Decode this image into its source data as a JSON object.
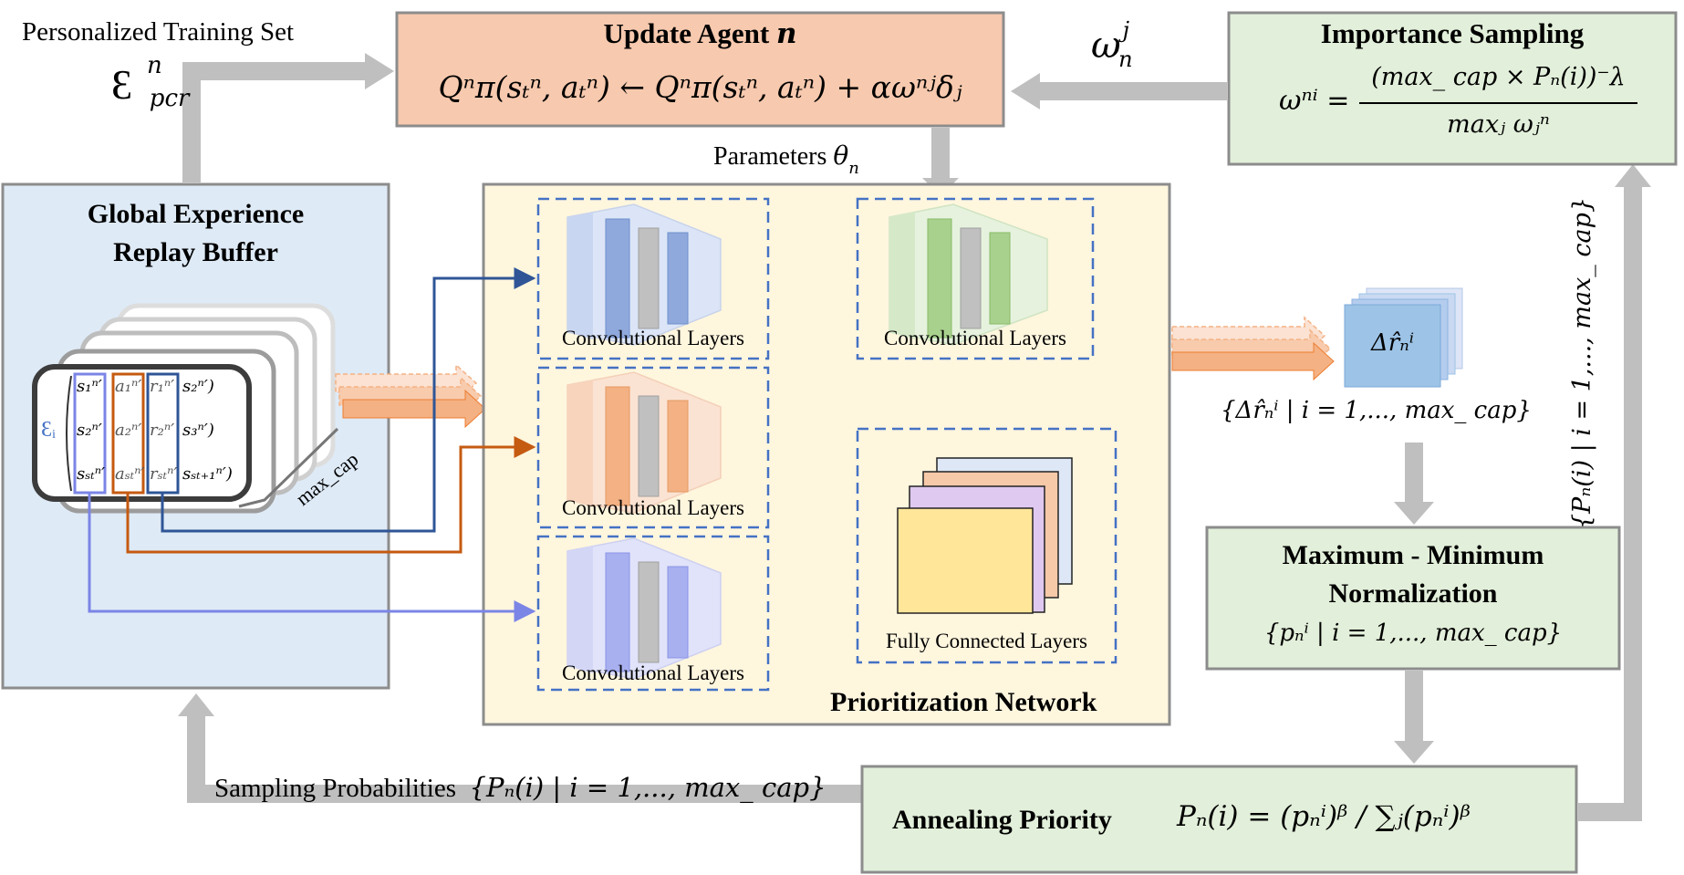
{
  "top_left": {
    "label": "Personalized Training Set",
    "symbol_main": "Ɛ",
    "symbol_sup": "n",
    "symbol_sub": "pcr"
  },
  "update_agent": {
    "title_prefix": "Update Agent ",
    "title_var": "n",
    "formula": "Qⁿπ(sₜⁿ, aₜⁿ) ← Qⁿπ(sₜⁿ, aₜⁿ) + αωⁿʲδⱼ"
  },
  "omega_label": {
    "main": "ω",
    "sup": "j",
    "sub": "n"
  },
  "importance_sampling": {
    "title": "Importance Sampling",
    "lhs": "ωⁿⁱ =",
    "numerator": "(max_ cap × Pₙ(i))⁻λ",
    "denominator": "maxⱼ ωⱼⁿ"
  },
  "parameters": {
    "label": "Parameters ",
    "symbol": "θ",
    "sub": "n"
  },
  "global_buffer": {
    "title_line1": "Global Experience",
    "title_line2": "Replay Buffer",
    "epsilon": "Ɛᵢ",
    "max_cap": "max_cap",
    "col_s": [
      "s₁ⁿ′",
      "s₂ⁿ′",
      "sₛₜⁿ′"
    ],
    "col_a": [
      "a₁ⁿ′",
      "a₂ⁿ′",
      "aₛₜⁿ′"
    ],
    "col_r": [
      "r₁ⁿ′",
      "r₂ⁿ′",
      "rₛₜⁿ′"
    ],
    "col_next": [
      "s₂ⁿ′)",
      "s₃ⁿ′)",
      "sₛₜ₊₁ⁿ′)"
    ]
  },
  "prioritization": {
    "title": "Prioritization Network",
    "conv_label": "Convolutional Layers",
    "fc_label": "Fully Connected Layers"
  },
  "delta_box": {
    "symbol": "Δr̂ₙⁱ"
  },
  "delta_set": "{Δr̂ₙⁱ | i = 1,..., max_ cap}",
  "normalization": {
    "title_line1": "Maximum - Minimum",
    "title_line2": "Normalization",
    "set": "{pₙⁱ | i = 1,..., max_ cap}"
  },
  "annealing": {
    "title": "Annealing Priority",
    "formula": "Pₙ(i) = (pₙⁱ)ᵝ / ∑ⱼ(pₙⁱ)ᵝ"
  },
  "sampling_probabilities": {
    "label": "Sampling Probabilities",
    "set": "{Pₙ(i) | i = 1,..., max_ cap}"
  },
  "right_vertical": "{Pₙ(i) | i = 1,..., max_ cap}",
  "colors": {
    "update_fill": "#f7c9ae",
    "green_fill": "#e2efda",
    "blue_fill": "#deeaf6",
    "yellow_fill": "#fff6de",
    "gray_arrow": "#bfbfbf",
    "blue_line": "#2f5597",
    "orange_line": "#c55a11",
    "violet_line": "#7b85e6"
  }
}
